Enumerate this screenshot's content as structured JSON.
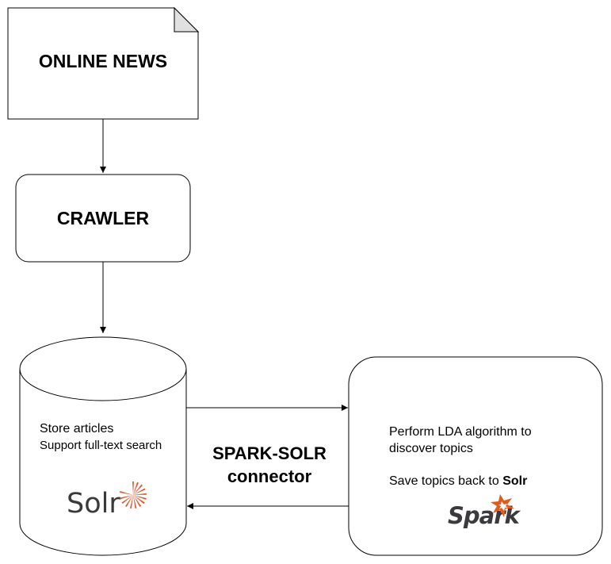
{
  "nodes": {
    "online_news": {
      "title": "ONLINE NEWS"
    },
    "crawler": {
      "title": "CRAWLER"
    },
    "solr_store": {
      "line1": "Store articles",
      "line2": "Support full-text search",
      "logo_text": "Solr",
      "logo_icon": "solr-sun-icon"
    },
    "spark_job": {
      "line1": "Perform LDA algorithm to",
      "line2": "discover topics",
      "save_prefix": "Save topics back to ",
      "save_strong": "Solr",
      "logo_text": "Spark",
      "logo_icon": "spark-star-icon"
    }
  },
  "connector": {
    "line1": "SPARK-SOLR",
    "line2": "connector"
  },
  "edges": [
    {
      "from": "ONLINE NEWS",
      "to": "CRAWLER"
    },
    {
      "from": "CRAWLER",
      "to": "Solr"
    },
    {
      "from": "Solr",
      "to": "Spark"
    },
    {
      "from": "Spark",
      "to": "Solr"
    }
  ],
  "colors": {
    "stroke": "#000000",
    "fold": "#e0e0e0",
    "solr_orange": "#e4582f",
    "spark_orange": "#e25a1c",
    "logo_gray": "#3a3a3a"
  }
}
